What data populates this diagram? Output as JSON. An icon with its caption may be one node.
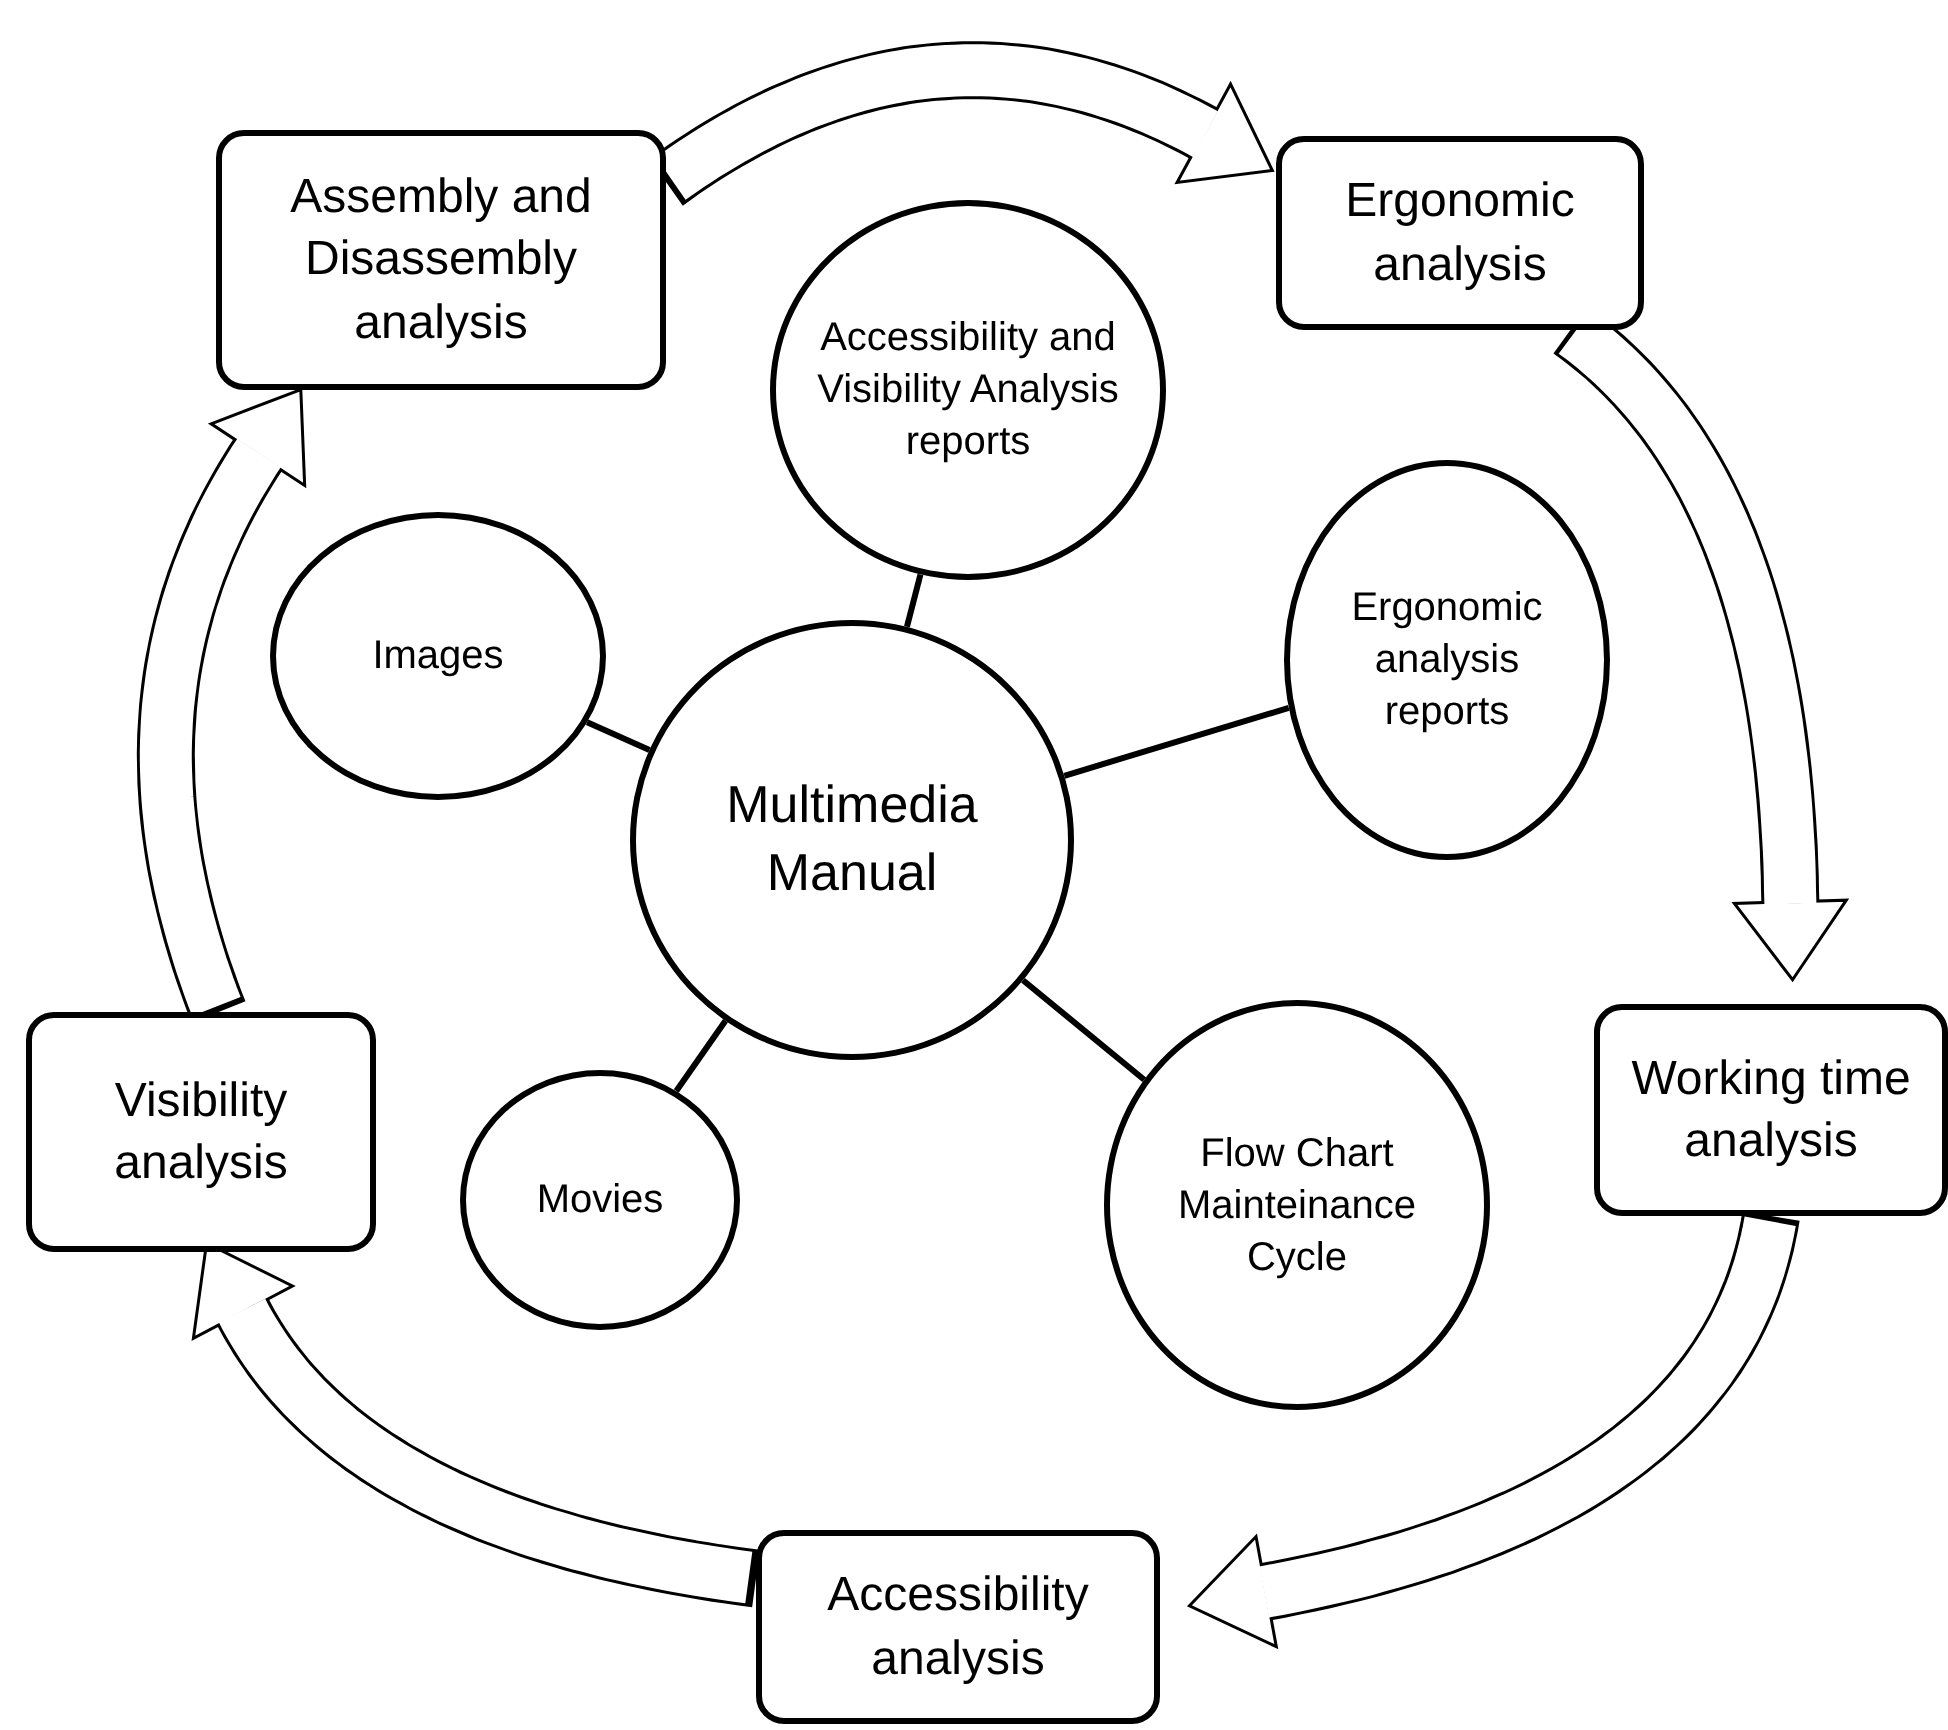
{
  "diagram": {
    "nodes": [
      {
        "text": [
          "Assembly and Disassembly analysis"
        ]
      },
      {
        "text": [
          "Ergonomic analysis"
        ]
      },
      {
        "text": [
          "Accessibility and Visibility Analysis reports"
        ]
      },
      {
        "text": [
          "Ergonomic analysis reports"
        ]
      },
      {
        "text": [
          "Images"
        ]
      },
      {
        "text": [
          "Multimedia Manual"
        ]
      },
      {
        "text": [
          "Visibility analysis"
        ]
      },
      {
        "text": [
          "Working time analysis"
        ]
      },
      {
        "text": [
          "Movies"
        ]
      },
      {
        "text": [
          "Flow Chart Mainteinance Cycle"
        ]
      },
      {
        "text": [
          "Accessibility analysis"
        ]
      }
    ],
    "edges": [
      {
        "from": 5,
        "to": 2,
        "arrow": "none"
      },
      {
        "from": 5,
        "to": 3,
        "arrow": "none"
      },
      {
        "from": 5,
        "to": 9,
        "arrow": "none"
      },
      {
        "from": 5,
        "to": 8,
        "arrow": "none"
      },
      {
        "from": 5,
        "to": 4,
        "arrow": "none"
      },
      {
        "from": 0,
        "to": 1,
        "arrow": "to",
        "style": "thick"
      },
      {
        "from": 1,
        "to": 7,
        "arrow": "to",
        "style": "thick"
      },
      {
        "from": 7,
        "to": 10,
        "arrow": "to",
        "style": "thick"
      },
      {
        "from": 10,
        "to": 6,
        "arrow": "to",
        "style": "thick"
      },
      {
        "from": 6,
        "to": 0,
        "arrow": "to",
        "style": "thick"
      }
    ]
  }
}
